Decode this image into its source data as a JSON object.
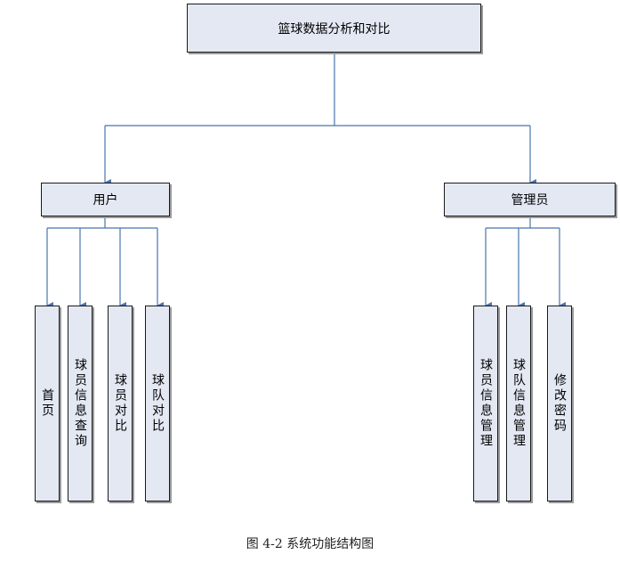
{
  "diagram": {
    "root": "篮球数据分析和对比",
    "user": {
      "label": "用户",
      "children": [
        "首页",
        "球员信息查询",
        "球员对比",
        "球队对比"
      ]
    },
    "admin": {
      "label": "管理员",
      "children": [
        "球员信息管理",
        "球队信息管理",
        "修改密码"
      ]
    },
    "caption": "图 4-2 系统功能结构图"
  },
  "colors": {
    "box_fill": "#e3e8f3",
    "connector": "#4a74ad"
  }
}
